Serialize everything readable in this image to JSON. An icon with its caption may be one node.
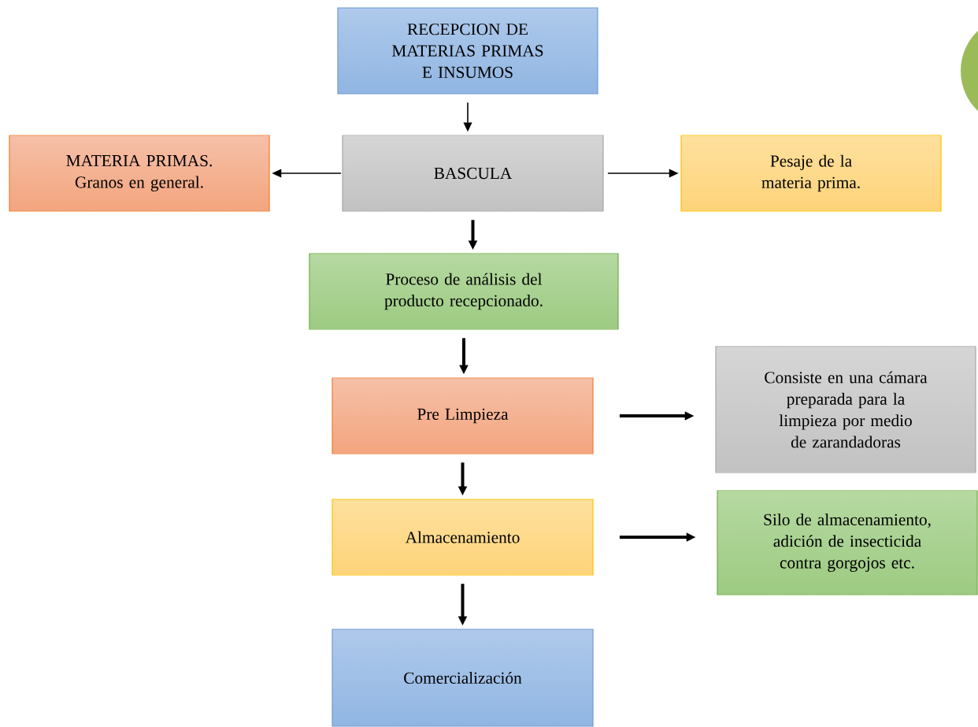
{
  "diagram": {
    "nodes": [
      {
        "text": [
          "RECEPCION DE MATERIAS PRIMAS E INSUMOS"
        ]
      },
      {
        "text": [
          "BASCULA"
        ]
      },
      {
        "text": [
          "MATERIA PRIMAS. Granos en general."
        ]
      },
      {
        "text": [
          "Pesaje de la materia prima."
        ]
      },
      {
        "text": [
          "Proceso de análisis del producto recepcionado."
        ]
      },
      {
        "text": [
          "Pre Limpieza"
        ]
      },
      {
        "text": [
          "Consiste en una cámara preparada para la limpieza por medio de zarandadoras"
        ]
      },
      {
        "text": [
          "Almacenamiento"
        ]
      },
      {
        "text": [
          "Silo de almacenamiento, adición de insecticida contra gorgojos etc."
        ]
      },
      {
        "text": [
          "Comercialización"
        ]
      }
    ],
    "edges": [
      {
        "from": 0,
        "to": 1,
        "arrow": "to"
      },
      {
        "from": 1,
        "to": 2,
        "arrow": "to"
      },
      {
        "from": 1,
        "to": 3,
        "arrow": "to"
      },
      {
        "from": 1,
        "to": 4,
        "arrow": "to"
      },
      {
        "from": 4,
        "to": 5,
        "arrow": "to"
      },
      {
        "from": 5,
        "to": 6,
        "arrow": "to"
      },
      {
        "from": 5,
        "to": 7,
        "arrow": "to"
      },
      {
        "from": 7,
        "to": 8,
        "arrow": "to"
      },
      {
        "from": 7,
        "to": 9,
        "arrow": "to"
      }
    ]
  }
}
